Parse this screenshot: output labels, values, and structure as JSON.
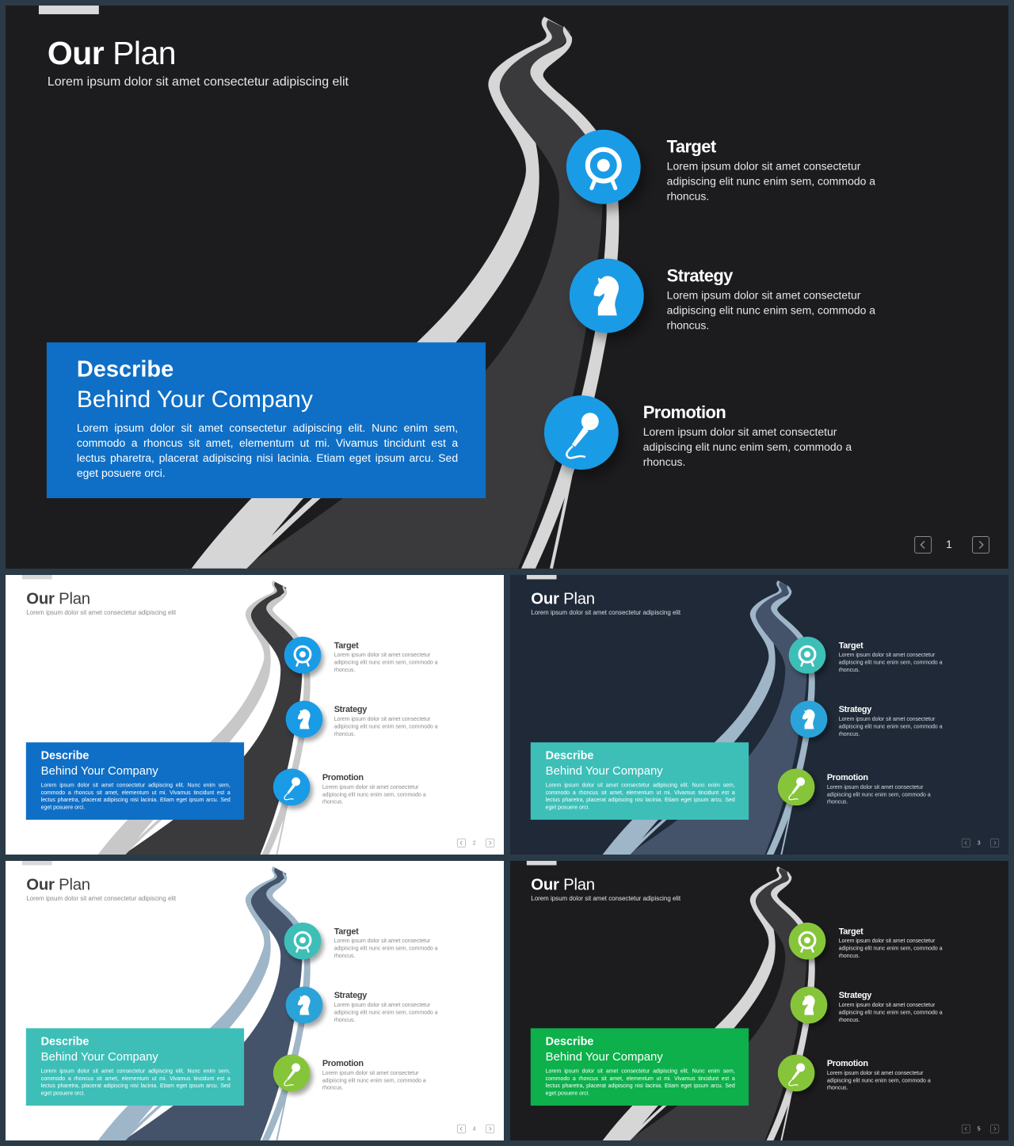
{
  "slides": [
    {
      "title_bold": "Our",
      "title_light": "Plan",
      "subtitle": "Lorem ipsum dolor sit amet consectetur adipiscing elit",
      "page": "1",
      "theme": {
        "bg": "#1c1c1e",
        "text": "#ffffff",
        "subtext": "#e6e6e6",
        "road": "#3a3a3d",
        "edge": "#d6d6d6",
        "box": "#0f6fc6",
        "c1": "#1a9be6",
        "c2": "#1a9be6",
        "c3": "#1a9be6"
      },
      "items": [
        {
          "title": "Target",
          "text": "Lorem ipsum dolor sit amet consectetur adipiscing elit nunc enim sem, commodo a rhoncus.",
          "icon": "target-icon"
        },
        {
          "title": "Strategy",
          "text": "Lorem ipsum dolor sit amet consectetur adipiscing elit nunc enim sem, commodo a rhoncus.",
          "icon": "chess-knight-icon"
        },
        {
          "title": "Promotion",
          "text": "Lorem ipsum dolor sit amet consectetur adipiscing elit nunc enim sem, commodo a rhoncus.",
          "icon": "microphone-icon"
        }
      ],
      "box": {
        "heading": "Describe",
        "subheading": "Behind Your Company",
        "text": "Lorem ipsum dolor sit amet consectetur adipiscing elit. Nunc enim sem, commodo a rhoncus sit amet, elementum ut mi. Vivamus tincidunt est a lectus pharetra, placerat adipiscing nisi lacinia. Etiam eget ipsum arcu. Sed eget posuere orci."
      }
    },
    {
      "title_bold": "Our",
      "title_light": "Plan",
      "subtitle": "Lorem ipsum dolor sit amet consectetur adipiscing elit",
      "page": "2",
      "theme": {
        "bg": "#ffffff",
        "text": "#404040",
        "subtext": "#8a8a8a",
        "road": "#3a3a3d",
        "edge": "#c8c8c8",
        "box": "#0f6fc6",
        "c1": "#1a9be6",
        "c2": "#1a9be6",
        "c3": "#1a9be6"
      },
      "items": [
        {
          "title": "Target",
          "text": "Lorem ipsum dolor sit amet consectetur adipiscing elit nunc enim sem, commodo a rhoncus.",
          "icon": "target-icon"
        },
        {
          "title": "Strategy",
          "text": "Lorem ipsum dolor sit amet consectetur adipiscing elit nunc enim sem, commodo a rhoncus.",
          "icon": "chess-knight-icon"
        },
        {
          "title": "Promotion",
          "text": "Lorem ipsum dolor sit amet consectetur adipiscing elit nunc enim sem, commodo a rhoncus.",
          "icon": "microphone-icon"
        }
      ],
      "box": {
        "heading": "Describe",
        "subheading": "Behind Your Company",
        "text": "Lorem ipsum dolor sit amet consectetur adipiscing elit. Nunc enim sem, commodo a rhoncus sit amet, elementum ut mi. Vivamus tincidunt est a lectus pharetra, placerat adipiscing nisi lacinia. Etiam eget ipsum arcu. Sed eget posuere orci."
      }
    },
    {
      "title_bold": "Our",
      "title_light": "Plan",
      "subtitle": "Lorem ipsum dolor sit amet consectetur adipiscing elit",
      "page": "3",
      "theme": {
        "bg": "#1f2937",
        "text": "#ffffff",
        "subtext": "#d8dde3",
        "road": "#44536a",
        "edge": "#9fb6c8",
        "box": "#3dbfb8",
        "c1": "#3dbfb8",
        "c2": "#2aa3d8",
        "c3": "#86c53a"
      },
      "items": [
        {
          "title": "Target",
          "text": "Lorem ipsum dolor sit amet consectetur adipiscing elit nunc enim sem, commodo a rhoncus.",
          "icon": "target-icon"
        },
        {
          "title": "Strategy",
          "text": "Lorem ipsum dolor sit amet consectetur adipiscing elit nunc enim sem, commodo a rhoncus.",
          "icon": "chess-knight-icon"
        },
        {
          "title": "Promotion",
          "text": "Lorem ipsum dolor sit amet consectetur adipiscing elit nunc enim sem, commodo a rhoncus.",
          "icon": "microphone-icon"
        }
      ],
      "box": {
        "heading": "Describe",
        "subheading": "Behind Your Company",
        "text": "Lorem ipsum dolor sit amet consectetur adipiscing elit. Nunc enim sem, commodo a rhoncus sit amet, elementum ut mi. Vivamus tincidunt est a lectus pharetra, placerat adipiscing nisi lacinia. Etiam eget ipsum arcu. Sed eget posuere orci."
      }
    },
    {
      "title_bold": "Our",
      "title_light": "Plan",
      "subtitle": "Lorem ipsum dolor sit amet consectetur adipiscing elit",
      "page": "4",
      "theme": {
        "bg": "#ffffff",
        "text": "#404040",
        "subtext": "#8a8a8a",
        "road": "#44536a",
        "edge": "#9fb6c8",
        "box": "#3dbfb8",
        "c1": "#3dbfb8",
        "c2": "#2aa3d8",
        "c3": "#86c53a"
      },
      "items": [
        {
          "title": "Target",
          "text": "Lorem ipsum dolor sit amet consectetur adipiscing elit nunc enim sem, commodo a rhoncus.",
          "icon": "target-icon"
        },
        {
          "title": "Strategy",
          "text": "Lorem ipsum dolor sit amet consectetur adipiscing elit nunc enim sem, commodo a rhoncus.",
          "icon": "chess-knight-icon"
        },
        {
          "title": "Promotion",
          "text": "Lorem ipsum dolor sit amet consectetur adipiscing elit nunc enim sem, commodo a rhoncus.",
          "icon": "microphone-icon"
        }
      ],
      "box": {
        "heading": "Describe",
        "subheading": "Behind Your Company",
        "text": "Lorem ipsum dolor sit amet consectetur adipiscing elit. Nunc enim sem, commodo a rhoncus sit amet, elementum ut mi. Vivamus tincidunt est a lectus pharetra, placerat adipiscing nisi lacinia. Etiam eget ipsum arcu. Sed eget posuere orci."
      }
    },
    {
      "title_bold": "Our",
      "title_light": "Plan",
      "subtitle": "Lorem ipsum dolor sit amet consectetur adipiscing elit",
      "page": "5",
      "theme": {
        "bg": "#1c1c1e",
        "text": "#ffffff",
        "subtext": "#e6e6e6",
        "road": "#3a3a3d",
        "edge": "#d6d6d6",
        "box": "#0db04b",
        "c1": "#86c53a",
        "c2": "#86c53a",
        "c3": "#86c53a"
      },
      "items": [
        {
          "title": "Target",
          "text": "Lorem ipsum dolor sit amet consectetur adipiscing elit nunc enim sem, commodo a rhoncus.",
          "icon": "target-icon"
        },
        {
          "title": "Strategy",
          "text": "Lorem ipsum dolor sit amet consectetur adipiscing elit nunc enim sem, commodo a rhoncus.",
          "icon": "chess-knight-icon"
        },
        {
          "title": "Promotion",
          "text": "Lorem ipsum dolor sit amet consectetur adipiscing elit nunc enim sem, commodo a rhoncus.",
          "icon": "microphone-icon"
        }
      ],
      "box": {
        "heading": "Describe",
        "subheading": "Behind Your Company",
        "text": "Lorem ipsum dolor sit amet consectetur adipiscing elit. Nunc enim sem, commodo a rhoncus sit amet, elementum ut mi. Vivamus tincidunt est a lectus pharetra, placerat adipiscing nisi lacinia. Etiam eget ipsum arcu. Sed eget posuere orci."
      }
    }
  ]
}
